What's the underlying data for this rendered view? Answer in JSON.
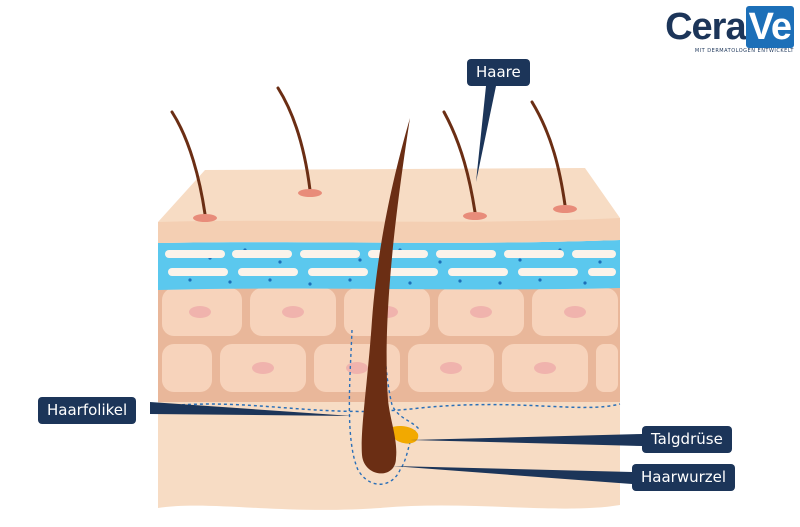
{
  "brand": {
    "name_part1": "Cera",
    "name_part2": "Ve",
    "tagline": "MIT DERMATOLOGEN ENTWICKELT"
  },
  "labels": {
    "hair": "Haare",
    "follicle": "Haarfolikel",
    "sebaceous_gland": "Talgdrüse",
    "hair_root": "Haarwurzel"
  },
  "colors": {
    "label_background": "#1c3559",
    "brand_blue": "#1c6fb8",
    "epidermis": "#f7dcc4",
    "barrier_layer": "#5bc8ee",
    "cells": "#f2c4a8",
    "hair": "#6b2e14",
    "sebum": "#f2a900"
  }
}
